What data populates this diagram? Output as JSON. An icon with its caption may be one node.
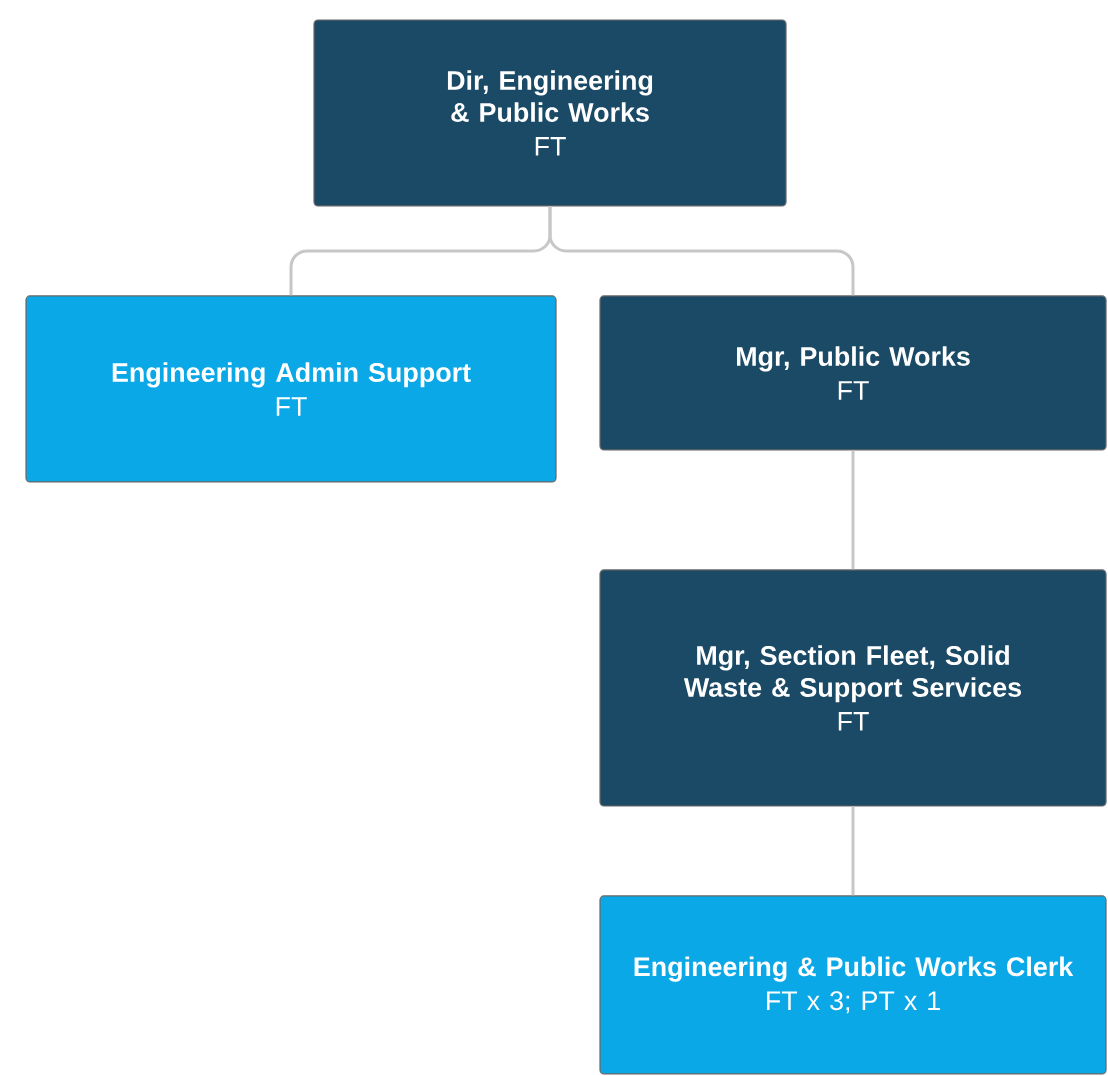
{
  "diagram": {
    "nodes": [
      {
        "text": [
          "Dir, Engineering & Public Works",
          "FT"
        ]
      },
      {
        "text": [
          "Engineering Admin Support",
          "FT"
        ]
      },
      {
        "text": [
          "Mgr, Public Works",
          "FT"
        ]
      },
      {
        "text": [
          "Mgr, Section Fleet, Solid Waste & Support Services",
          "FT"
        ]
      },
      {
        "text": [
          "Engineering & Public Works Clerk",
          "FT x 3; PT x 1"
        ]
      }
    ],
    "edges": [
      {
        "from": 0,
        "to": 1,
        "arrow": "none"
      },
      {
        "from": 0,
        "to": 2,
        "arrow": "none"
      },
      {
        "from": 2,
        "to": 3,
        "arrow": "none"
      },
      {
        "from": 3,
        "to": 4,
        "arrow": "none"
      }
    ]
  }
}
